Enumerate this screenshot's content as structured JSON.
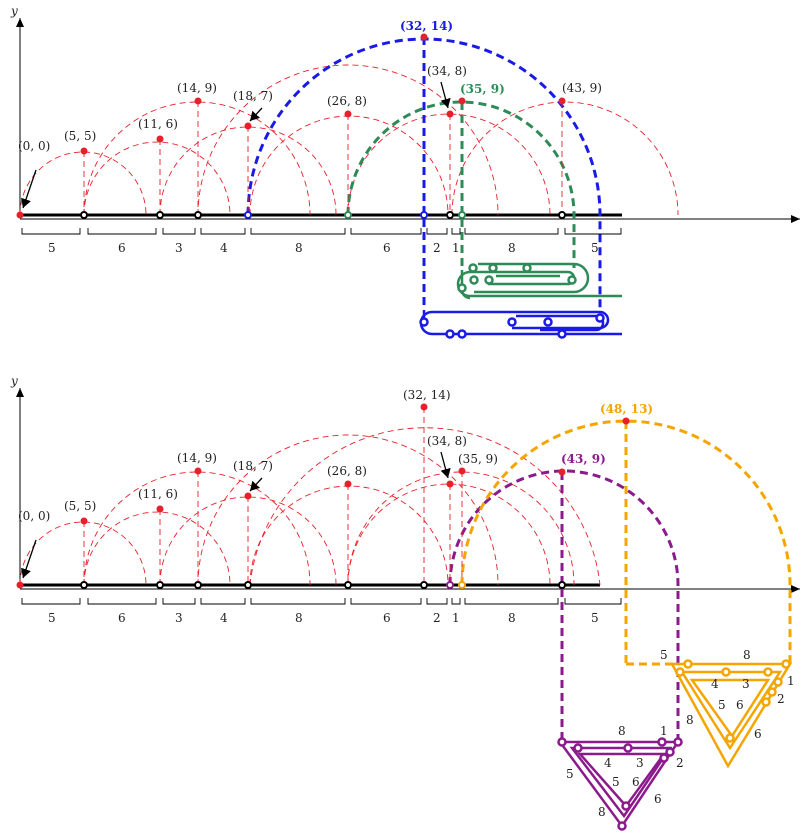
{
  "axis_label_y": "y",
  "segments": [
    "5",
    "6",
    "3",
    "4",
    "8",
    "6",
    "2",
    "1",
    "8",
    "5"
  ],
  "top": {
    "points": [
      {
        "label": "(0, 0)"
      },
      {
        "label": "(5, 5)"
      },
      {
        "label": "(11, 6)"
      },
      {
        "label": "(14, 9)"
      },
      {
        "label": "(18, 7)"
      },
      {
        "label": "(26, 8)"
      },
      {
        "label": "(32, 14)",
        "color": "#1a1ae6",
        "bold": true
      },
      {
        "label": "(34, 8)"
      },
      {
        "label": "(35, 9)",
        "color": "#2e8b57",
        "bold": true
      },
      {
        "label": "(43, 9)"
      }
    ]
  },
  "bottom": {
    "points": [
      {
        "label": "(0, 0)"
      },
      {
        "label": "(5, 5)"
      },
      {
        "label": "(11, 6)"
      },
      {
        "label": "(14, 9)"
      },
      {
        "label": "(18, 7)"
      },
      {
        "label": "(26, 8)"
      },
      {
        "label": "(32, 14)"
      },
      {
        "label": "(34, 8)"
      },
      {
        "label": "(35, 9)"
      },
      {
        "label": "(43, 9)",
        "color": "#8b1a8b",
        "bold": true
      },
      {
        "label": "(48, 13)",
        "color": "#f5a500",
        "bold": true
      }
    ],
    "purple_triangle_labels": [
      "8",
      "1",
      "4",
      "3",
      "2",
      "5",
      "5",
      "6",
      "6",
      "8"
    ],
    "orange_triangle_labels": [
      "5",
      "8",
      "4",
      "3",
      "1",
      "2",
      "5",
      "6",
      "8",
      "6"
    ]
  },
  "colors": {
    "arc": "#e8202a",
    "blue": "#1a1ae6",
    "green": "#2e8b57",
    "purple": "#8b1a8b",
    "orange": "#f5a500",
    "axis": "#000000"
  }
}
